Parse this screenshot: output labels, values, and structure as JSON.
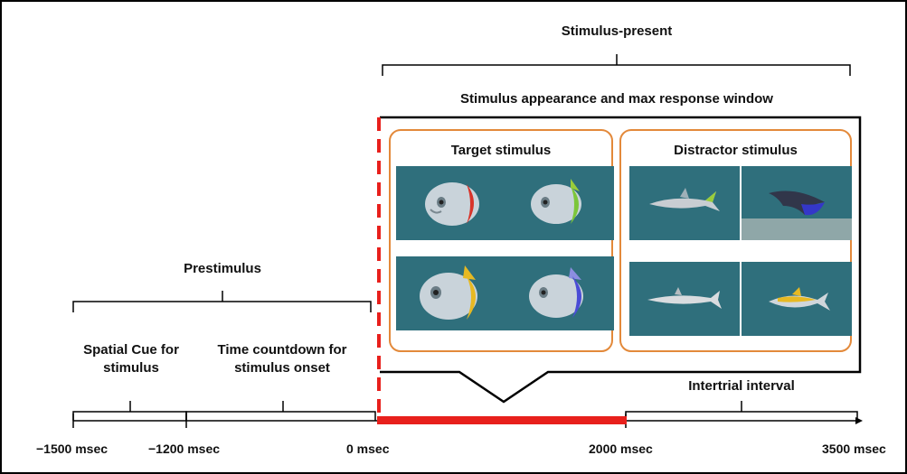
{
  "diagram": {
    "labels": {
      "stimulus_present": "Stimulus-present",
      "response_window": "Stimulus appearance and max response window",
      "prestimulus": "Prestimulus",
      "spatial_cue": "Spatial Cue for stimulus",
      "countdown": "Time countdown for stimulus onset",
      "intertrial": "Intertrial interval"
    },
    "target_panel": {
      "title": "Target stimulus",
      "items": [
        {
          "icon": "sunfish-red-fin-icon",
          "fin_color": "#d8342a"
        },
        {
          "icon": "sunfish-green-fin-icon",
          "fin_color": "#7cc63a"
        },
        {
          "icon": "sunfish-yellow-fin-icon",
          "fin_color": "#e7b923"
        },
        {
          "icon": "sunfish-blue-fin-icon",
          "fin_color": "#4a4cd6"
        }
      ]
    },
    "distractor_panel": {
      "title": "Distractor stimulus",
      "items": [
        {
          "icon": "shark-icon"
        },
        {
          "icon": "manta-ray-icon"
        },
        {
          "icon": "barracuda-icon"
        },
        {
          "icon": "tuna-icon"
        }
      ]
    },
    "timeline": {
      "ticks": [
        "−1500 msec",
        "−1200 msec",
        "0 msec",
        "2000 msec",
        "3500 msec"
      ]
    },
    "colors": {
      "panel_border": "#e3893a",
      "highlight": "#e8201c",
      "water": "#2f6f7c"
    }
  }
}
